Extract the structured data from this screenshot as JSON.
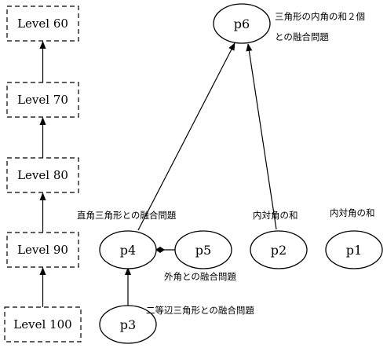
{
  "levels": [
    {
      "id": "level-60",
      "label": "Level  60"
    },
    {
      "id": "level-70",
      "label": "Level  70"
    },
    {
      "id": "level-80",
      "label": "Level  80"
    },
    {
      "id": "level-90",
      "label": "Level  90"
    },
    {
      "id": "level-100",
      "label": "Level  100"
    }
  ],
  "nodes": {
    "p1": {
      "label": "p1"
    },
    "p2": {
      "label": "p2"
    },
    "p3": {
      "label": "p3"
    },
    "p4": {
      "label": "p4"
    },
    "p5": {
      "label": "p5"
    },
    "p6": {
      "label": "p6"
    }
  },
  "annotations": {
    "p6_line1": "三角形の内角の和２個",
    "p6_line2": "との融合問題",
    "p4": "直角三角形との融合問題",
    "p2": "内対角の和",
    "p1": "内対角の和",
    "p5": "外角との融合問題",
    "p3": "二等辺三角形との融合問題"
  },
  "colors": {
    "stroke": "#000000",
    "background": "#ffffff"
  }
}
